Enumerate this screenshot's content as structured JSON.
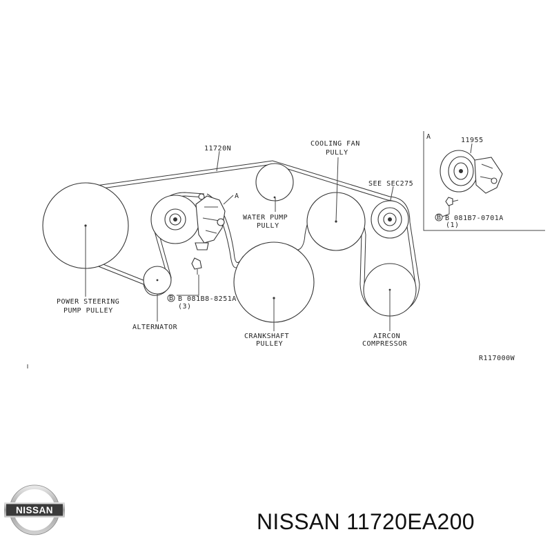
{
  "diagram": {
    "belt_part": "11720N",
    "cooling_fan": [
      "COOLING FAN",
      "PULLY"
    ],
    "detail_marker": "A",
    "see_sec": "SEE SEC275",
    "water_pump": [
      "WATER PUMP",
      "PULLY"
    ],
    "power_steering": [
      "POWER STEERING",
      "PUMP PULLEY"
    ],
    "alternator": "ALTERNATOR",
    "bolt_b1": [
      "B 081B8-8251A",
      "(3)"
    ],
    "crankshaft": [
      "CRANKSHAFT",
      "PULLEY"
    ],
    "aircon": [
      "AIRCON",
      "COMPRESSOR"
    ],
    "ref_code": "R117000W",
    "inset": {
      "label": "A",
      "part": "11955",
      "bolt": [
        "B 081B7-0701A",
        "(1)"
      ]
    }
  },
  "brand": {
    "logo_text": "NISSAN"
  },
  "caption": "NISSAN 11720EA200"
}
